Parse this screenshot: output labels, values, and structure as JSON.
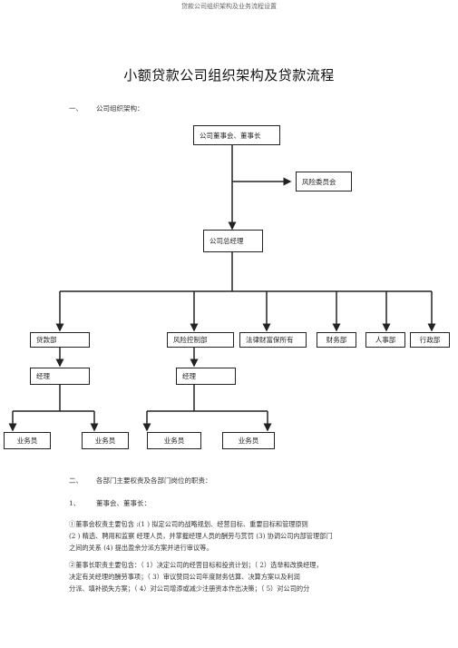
{
  "running_header": "贷款公司组织架构及业务流程设置",
  "title": "小额贷款公司组织架构及贷款流程",
  "section1": {
    "num": "一、",
    "label": "公司组织架构："
  },
  "org": {
    "board": "公司董事会、董事长",
    "risk_committee": "风险委员会",
    "gm": "公司总经理",
    "loan_dept": "贷款部",
    "risk_control_dept": "风险控制部",
    "legal": "法律财富保所有",
    "finance": "财务部",
    "hr": "人事部",
    "admin": "行政部",
    "manager1": "经理",
    "manager2": "经理",
    "staff1": "业务员",
    "staff2": "业务员",
    "staff3": "业务员",
    "staff4": "业务员"
  },
  "section2": {
    "num": "二、",
    "label": "各部门主要权责及各部门岗位的职责："
  },
  "sub1": {
    "num": "1、",
    "label": "董事会、董事长："
  },
  "paragraphs": {
    "p1_l1": "①董事会权责主要包含    :(1 )    拟定公司的战略规划、经营目标、重要目标和管理原则",
    "p1_l2": "(2 ) 精选、聘用和监察  经理人员，并掌握经理人员的酬劳与赏罚 (3) 协调公司内部管理部门",
    "p1_l3": "之间的关系 (4) 提出盈余分派方案并进行审议等。",
    "p2_l1": "②董事长职责主要包含：（ 1）决定公司的经营目标和投资计划；（ 2）选举和改换经理，",
    "p2_l2": "决定有关经理的酬劳事项；（ 3）审议赞同公司年度财务估算、决算方案以及利润",
    "p2_l3": "分派、填补损失方案；（    4）对公司增添或减少注册资本作出决策；（      5）对公司的分"
  }
}
